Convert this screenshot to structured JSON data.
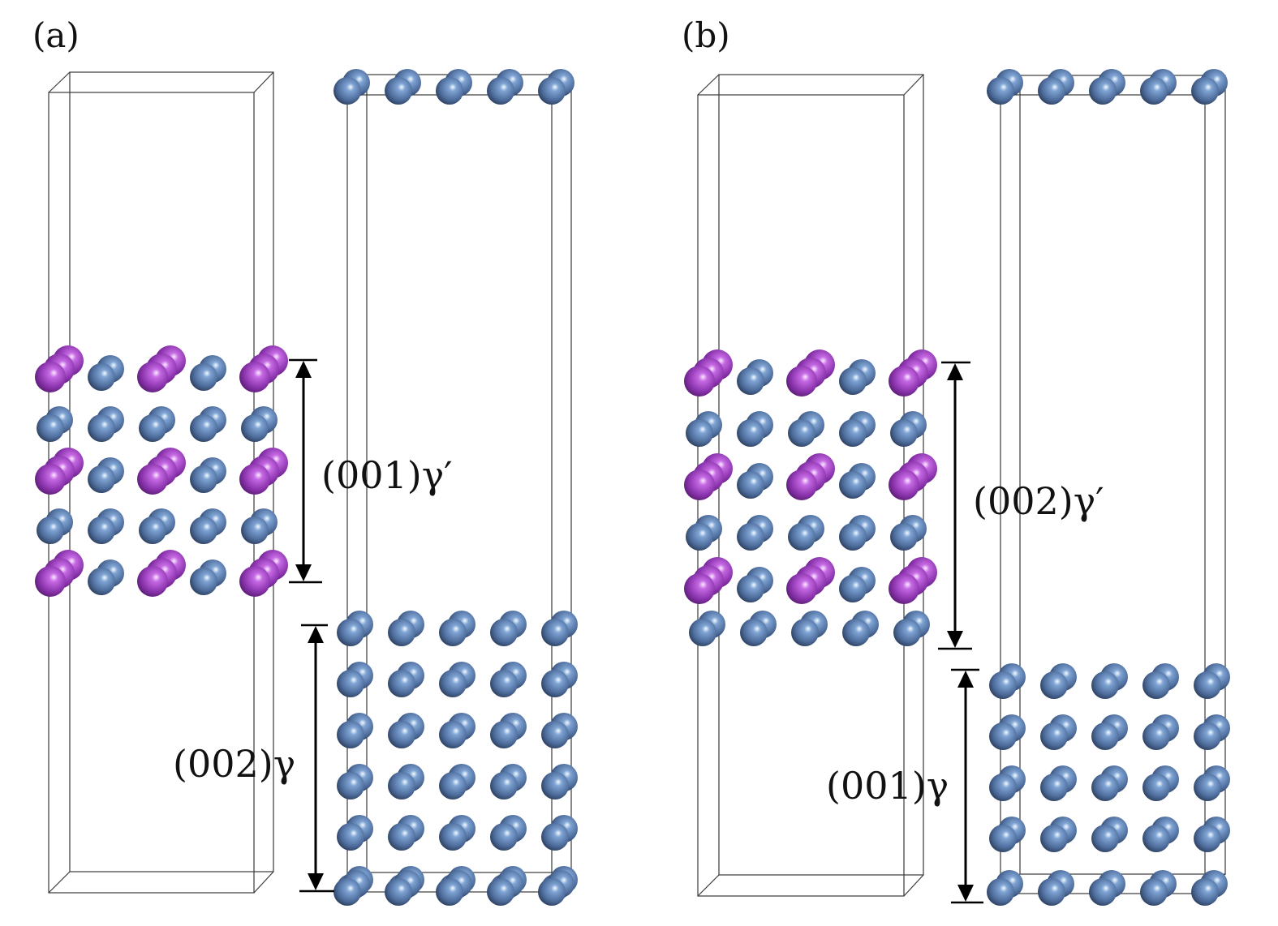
{
  "panels": [
    {
      "id": "a",
      "label": "(a)",
      "upper_label": "(001)γ′",
      "lower_label": "(002)γ"
    },
    {
      "id": "b",
      "label": "(b)",
      "upper_label": "(002)γ′",
      "lower_label": "(001)γ"
    }
  ],
  "colors": {
    "blue_atom": "#5f7fae",
    "purple_atom": "#a044c4",
    "cell_edge": "#3a3a3a",
    "arrow": "#000000"
  }
}
